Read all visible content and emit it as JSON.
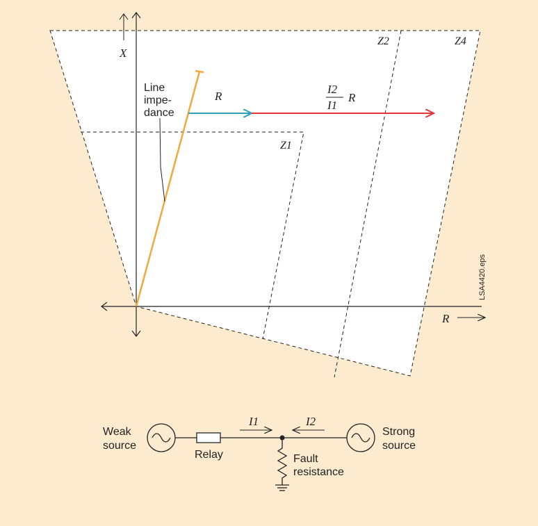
{
  "diagram": {
    "axes": {
      "x_label": "X",
      "r_label": "R"
    },
    "line_impedance_label": [
      "Line",
      "impe-",
      "dance"
    ],
    "zones": {
      "z1": "Z1",
      "z2": "Z2",
      "z4": "Z4"
    },
    "arrows": {
      "r_label": "R",
      "ratio_numerator": "I2",
      "ratio_denominator": "I1",
      "ratio_r": "R"
    },
    "file_tag": "LSA4420.eps",
    "colors": {
      "background": "#fdebd0",
      "zone_fill": "#ffffff",
      "line_impedance": "#f2a93b",
      "r_arrow": "#2aa0b8",
      "ratio_arrow": "#e8333b"
    }
  },
  "circuit": {
    "weak_source": [
      "Weak",
      "source"
    ],
    "strong_source": [
      "Strong",
      "source"
    ],
    "relay": "Relay",
    "i1": "I1",
    "i2": "I2",
    "fault_resistance": [
      "Fault",
      "resistance"
    ]
  }
}
